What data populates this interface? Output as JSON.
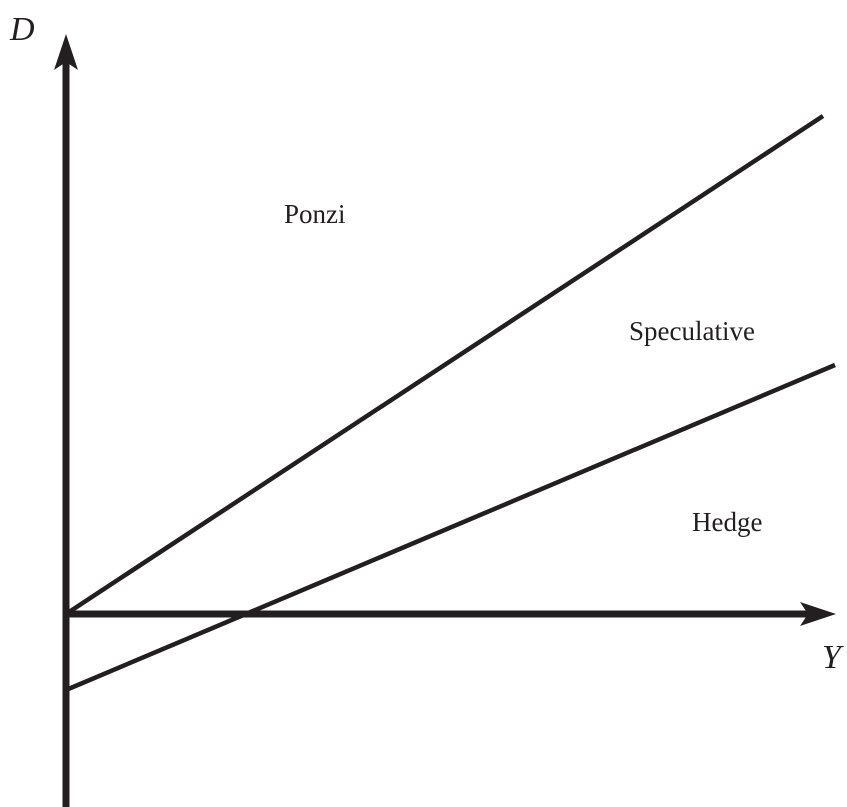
{
  "axes": {
    "y_label": "D",
    "x_label": "Y"
  },
  "regions": {
    "upper": "Ponzi",
    "middle": "Speculative",
    "lower": "Hedge"
  },
  "colors": {
    "ink": "#231f20",
    "background": "#ffffff"
  }
}
